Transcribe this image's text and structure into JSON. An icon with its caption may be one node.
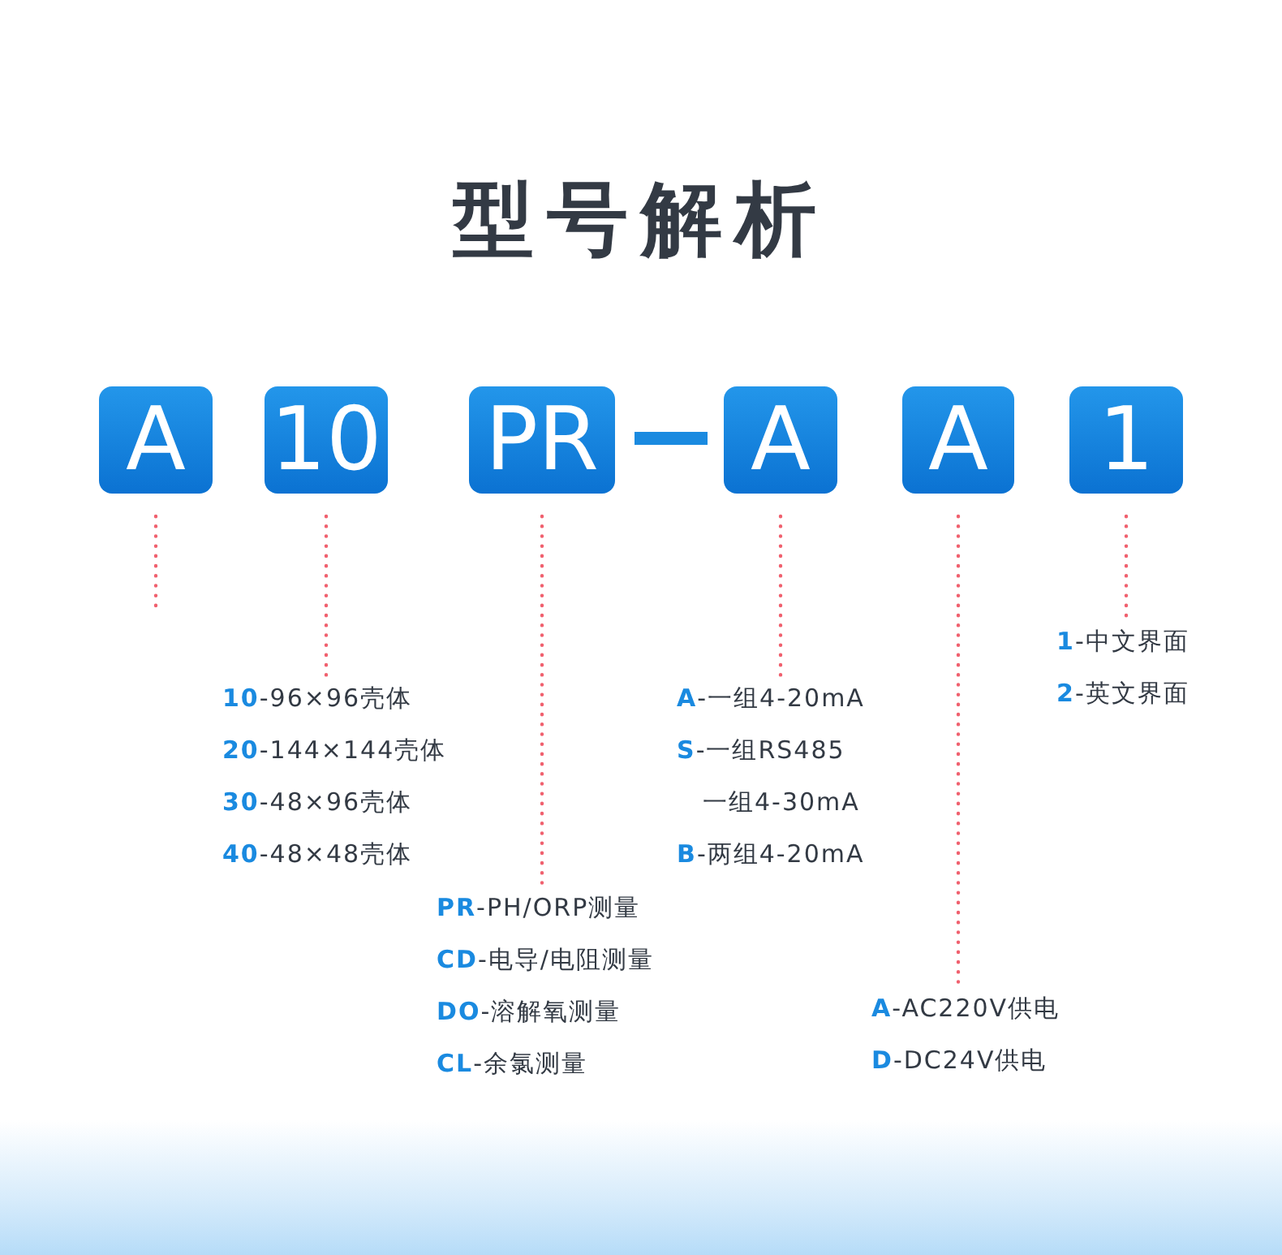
{
  "diagram": {
    "title": "型号解析",
    "nodes": [
      {
        "text": [
          "A"
        ]
      },
      {
        "text": [
          "10"
        ]
      },
      {
        "text": [
          "PR"
        ]
      },
      {
        "text": [
          "A"
        ]
      },
      {
        "text": [
          "A"
        ]
      },
      {
        "text": [
          "1"
        ]
      },
      {
        "text": [
          "**10**-96×96壳体",
          "**20**-144×144壳体",
          "**30**-48×96壳体",
          "**40**-48×48壳体"
        ]
      },
      {
        "text": [
          "**PR**-PH/ORP测量",
          "**CD**-电导/电阻测量",
          "**DO**-溶解氧测量",
          "**CL**-余氯测量"
        ]
      },
      {
        "text": [
          "**A**-一组4-20mA",
          "**S**-一组RS485",
          "一组4-30mA",
          "**B**-两组4-20mA"
        ]
      },
      {
        "text": [
          "**A**-AC220V供电",
          "**D**-DC24V供电"
        ]
      },
      {
        "text": [
          "**1**-中文界面",
          "**2**-英文界面"
        ]
      }
    ],
    "edges": [
      {
        "from": 0,
        "to": null,
        "arrow": "none"
      },
      {
        "from": 1,
        "to": 6,
        "arrow": "none"
      },
      {
        "from": 2,
        "to": 7,
        "arrow": "none"
      },
      {
        "from": 3,
        "to": 8,
        "arrow": "none"
      },
      {
        "from": 4,
        "to": 9,
        "arrow": "none"
      },
      {
        "from": 5,
        "to": 10,
        "arrow": "none"
      }
    ]
  }
}
